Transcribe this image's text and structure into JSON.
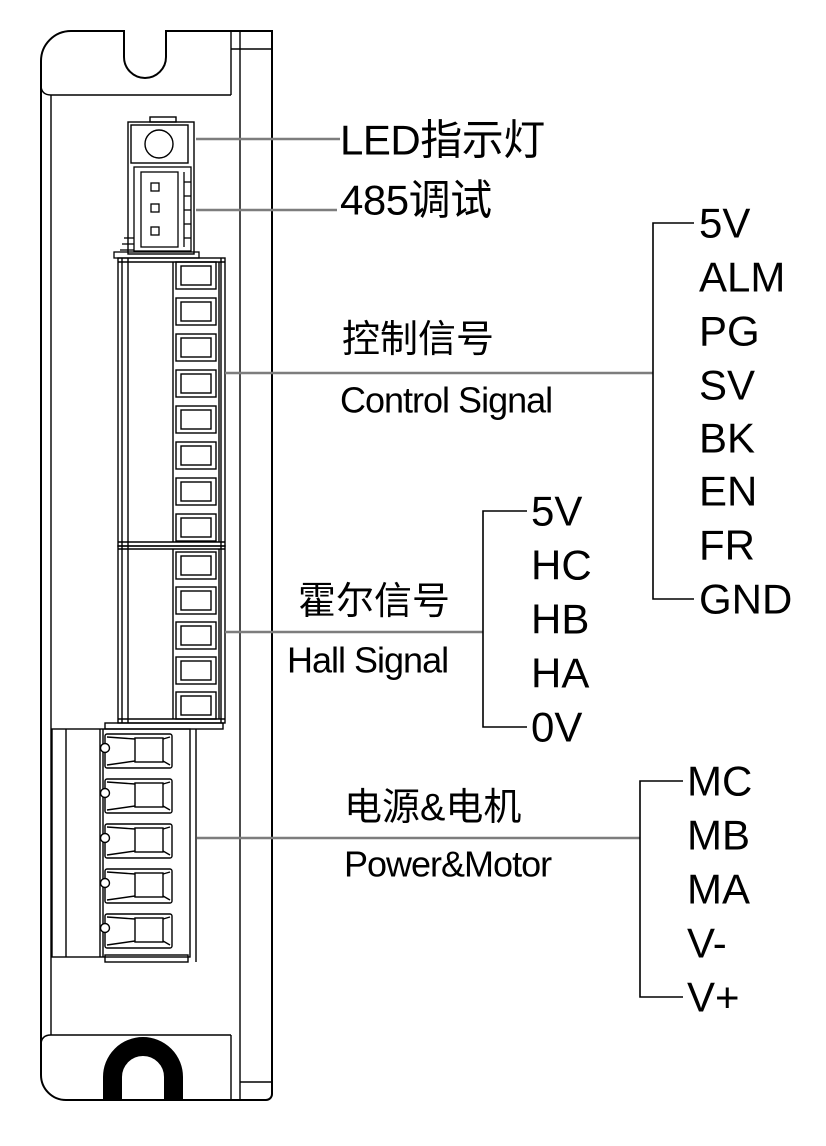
{
  "led_label": "LED指示灯",
  "rs485_label": "485调试",
  "control": {
    "label_zh": "控制信号",
    "label_en": "Control Signal",
    "pins": [
      "5V",
      "ALM",
      "PG",
      "SV",
      "BK",
      "EN",
      "FR",
      "GND"
    ]
  },
  "hall": {
    "label_zh": "霍尔信号",
    "label_en": "Hall Signal",
    "pins": [
      "5V",
      "HC",
      "HB",
      "HA",
      "0V"
    ]
  },
  "power": {
    "label_zh": "电源&电机",
    "label_en": "Power&Motor",
    "pins": [
      "MC",
      "MB",
      "MA",
      "V-",
      "V+"
    ]
  },
  "colors": {
    "line": "#000000",
    "leader": "#7d7d7d",
    "background": "#ffffff"
  }
}
